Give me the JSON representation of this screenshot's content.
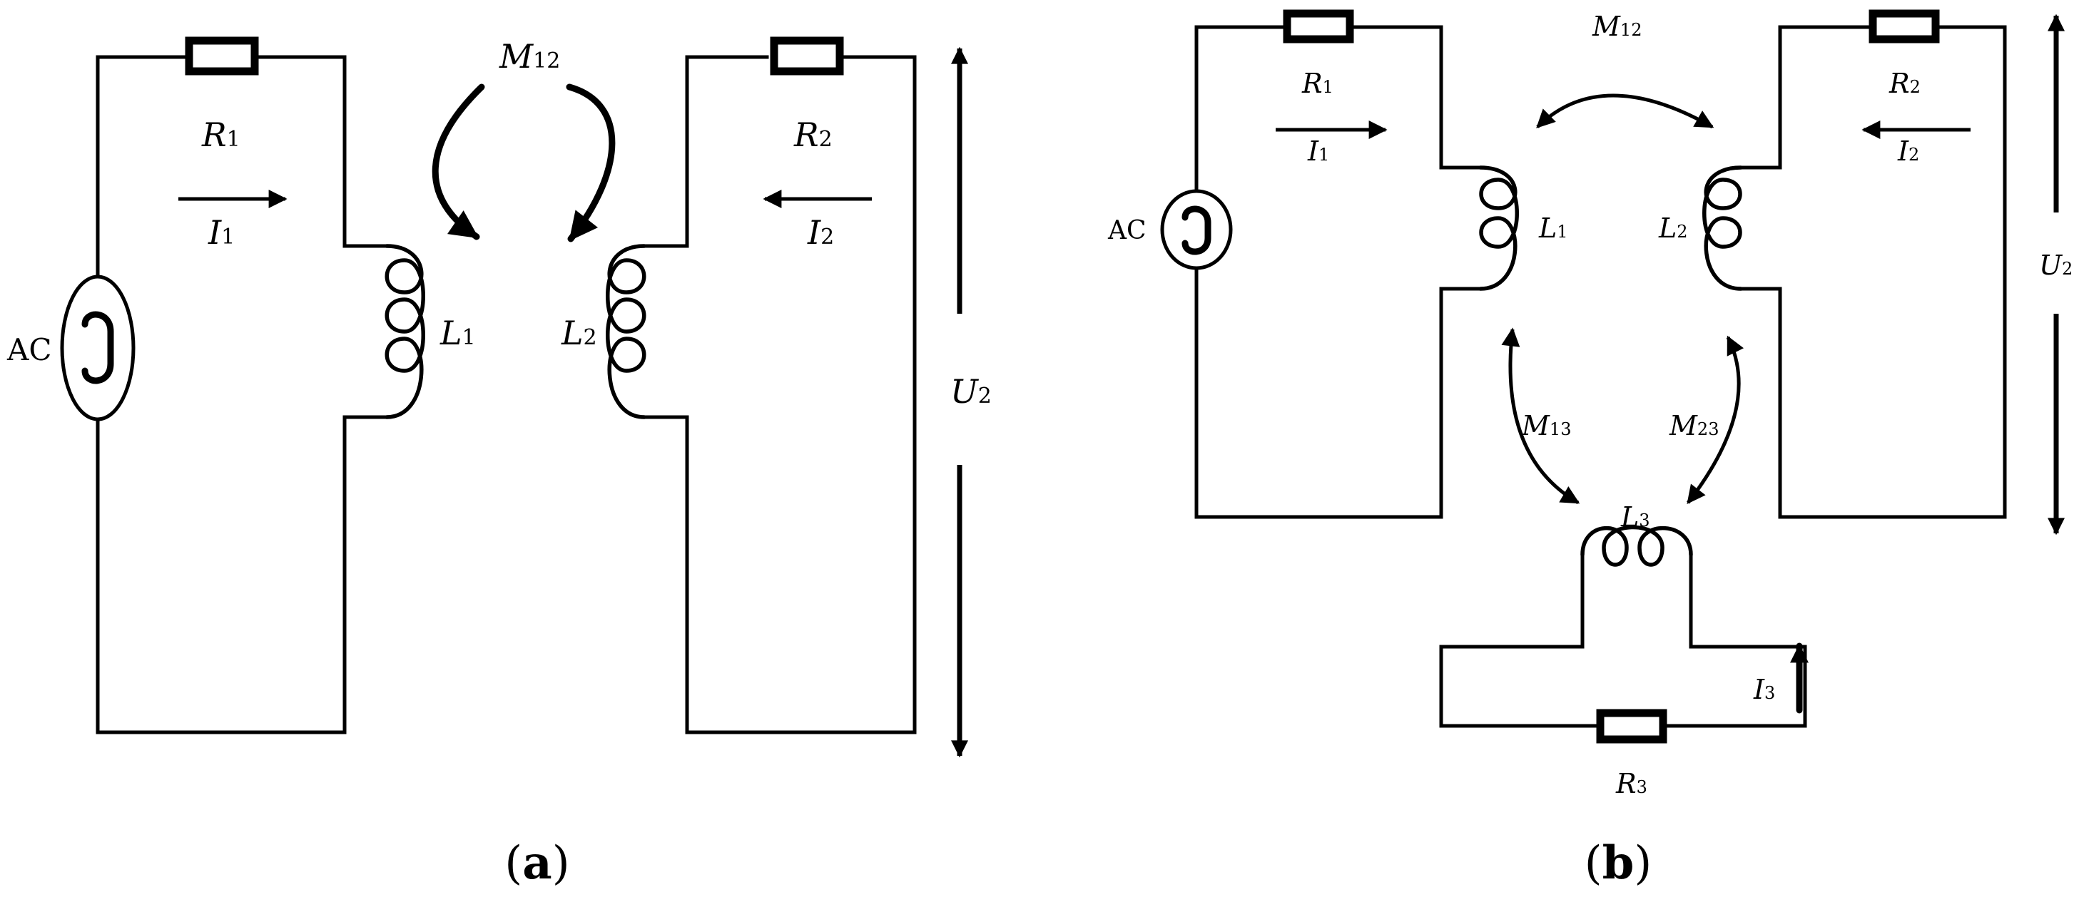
{
  "panel_a": {
    "caption": {
      "open": "(",
      "letter": "a",
      "close": ")"
    },
    "source_label": "AC",
    "R1": {
      "main": "R",
      "sub": "1"
    },
    "R2": {
      "main": "R",
      "sub": "2"
    },
    "I1": {
      "main": "I",
      "sub": "1"
    },
    "I2": {
      "main": "I",
      "sub": "2"
    },
    "L1": {
      "main": "L",
      "sub": "1"
    },
    "L2": {
      "main": "L",
      "sub": "2"
    },
    "M12": {
      "main": "M",
      "sub": "12"
    },
    "U2": {
      "main": "U",
      "sub": "2"
    }
  },
  "panel_b": {
    "caption": {
      "open": "(",
      "letter": "b",
      "close": ")"
    },
    "source_label": "AC",
    "R1": {
      "main": "R",
      "sub": "1"
    },
    "R2": {
      "main": "R",
      "sub": "2"
    },
    "R3": {
      "main": "R",
      "sub": "3"
    },
    "I1": {
      "main": "I",
      "sub": "1"
    },
    "I2": {
      "main": "I",
      "sub": "2"
    },
    "I3": {
      "main": "I",
      "sub": "3"
    },
    "L1": {
      "main": "L",
      "sub": "1"
    },
    "L2": {
      "main": "L",
      "sub": "2"
    },
    "L3": {
      "main": "L",
      "sub": "3"
    },
    "M12": {
      "main": "M",
      "sub": "12"
    },
    "M13": {
      "main": "M",
      "sub": "13"
    },
    "M23": {
      "main": "M",
      "sub": "23"
    },
    "U2": {
      "main": "U",
      "sub": "2"
    }
  }
}
